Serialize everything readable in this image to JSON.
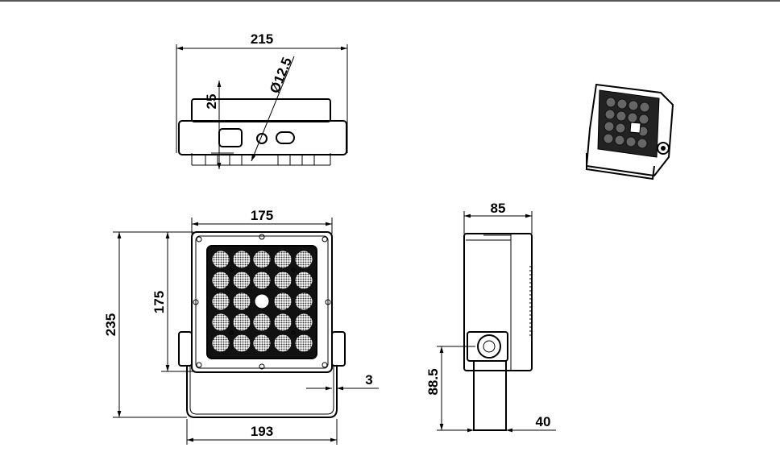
{
  "dimensions": {
    "top_width": "215",
    "top_diameter": "Ø12.5",
    "top_height": "25",
    "front_width": "175",
    "front_height": "175",
    "overall_height": "235",
    "bracket_thickness": "3",
    "bracket_width": "193",
    "side_depth": "85",
    "side_mount_height": "88.5",
    "side_bracket_width": "40"
  },
  "colors": {
    "line": "#000000",
    "background": "#ffffff",
    "lens": "#333333"
  }
}
